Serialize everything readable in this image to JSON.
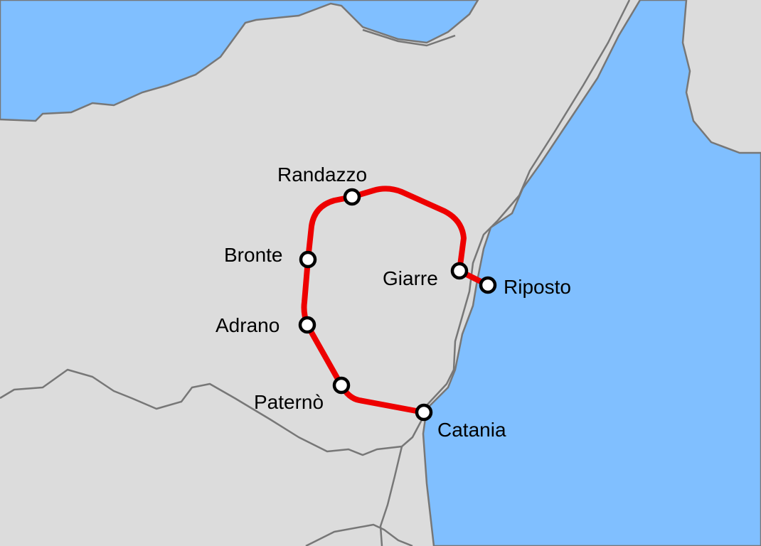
{
  "map": {
    "colors": {
      "sea": "#80bfff",
      "land": "#dcdcdc",
      "border": "#777777",
      "route": "#ee0000"
    },
    "stations": [
      {
        "name": "Randazzo"
      },
      {
        "name": "Bronte"
      },
      {
        "name": "Adrano"
      },
      {
        "name": "Paternò"
      },
      {
        "name": "Catania"
      },
      {
        "name": "Giarre"
      },
      {
        "name": "Riposto"
      }
    ]
  }
}
